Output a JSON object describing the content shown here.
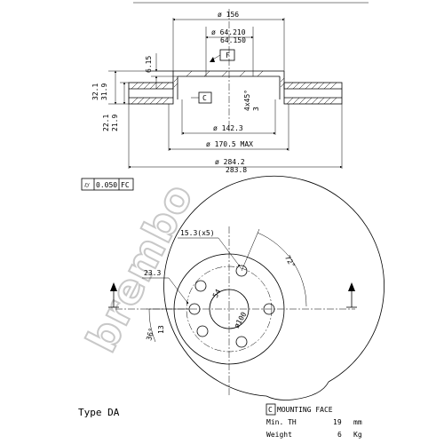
{
  "section": {
    "d_156": "ø 156",
    "d_64_210": "ø 64.210",
    "d_64_150": "64.150",
    "d_6_15": "6.15",
    "flat_F": "F",
    "h_32_1": "32.1",
    "h_31_9": "31.9",
    "h_22_1": "22.1",
    "h_21_9": "21.9",
    "chamfer": "4x45°",
    "chamfer_3": "3",
    "center_C": "C",
    "d_142_3": "ø 142.3",
    "d_170_5": "ø 170.5 MAX",
    "d_284_2": "ø 284.2",
    "d_283_8": "283.8"
  },
  "tolerance": {
    "symbol": "⌭",
    "value": "0.050",
    "datum": "FC"
  },
  "front": {
    "holes_dim": "15.3(x5)",
    "angle_72": "72°",
    "d_23_3": "23.3",
    "d_13": "13",
    "angle_36": "36°",
    "pcd_54": "54",
    "pcd_100": "ø100"
  },
  "watermark": "brembo",
  "footer": {
    "type_label": "Type DA",
    "mount_box": "C",
    "mount_label": "MOUNTING FACE",
    "min_th_label": "Min. TH",
    "min_th_value": "19",
    "min_th_unit": "mm",
    "weight_label": "Weight",
    "weight_value": "6",
    "weight_unit": "Kg"
  }
}
